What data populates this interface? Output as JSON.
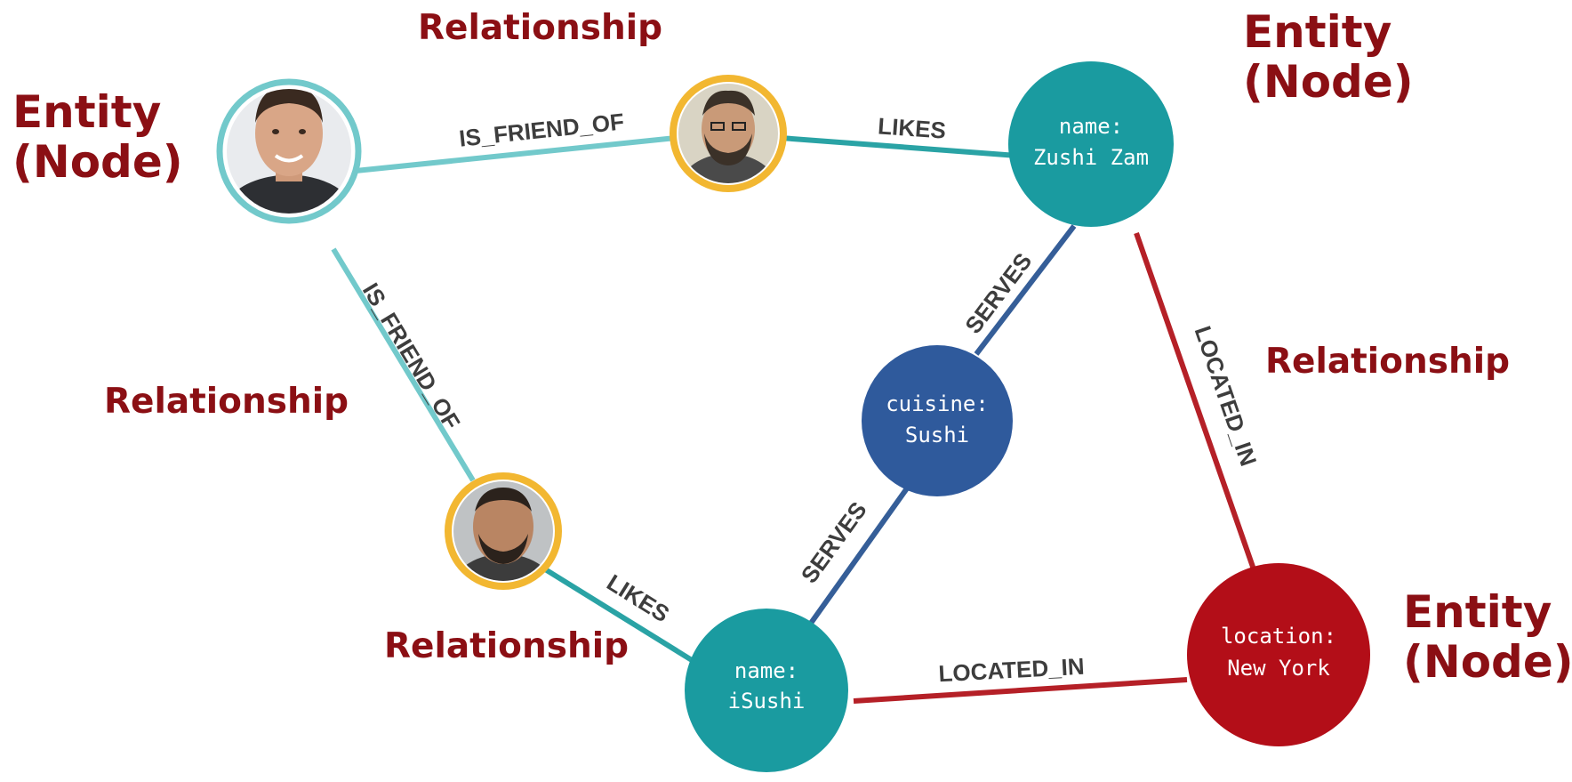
{
  "annotations": {
    "entity_left": "Entity\n(Node)",
    "entity_top_right": "Entity\n(Node)",
    "entity_bottom_right": "Entity\n(Node)",
    "relationship_top": "Relationship",
    "relationship_left": "Relationship",
    "relationship_right": "Relationship",
    "relationship_bottom": "Relationship"
  },
  "edges": {
    "friend_top": "IS_FRIEND_OF",
    "likes_top": "LIKES",
    "friend_left": "IS_FRIEND_OF",
    "serves_top": "SERVES",
    "located_right": "LOCATED_IN",
    "serves_bottom": "SERVES",
    "likes_bottom": "LIKES",
    "located_bottom": "LOCATED_IN"
  },
  "nodes": {
    "zushi": {
      "line1": "name:",
      "line2": "Zushi Zam"
    },
    "cuisine": {
      "line1": "cuisine:",
      "line2": "Sushi"
    },
    "isushi": {
      "line1": "name:",
      "line2": "iSushi"
    },
    "location": {
      "line1": "location:",
      "line2": "New York"
    }
  },
  "colors": {
    "annotation": "#8b0f14",
    "teal_node": "#1a9ba0",
    "blue_node": "#2f5a9c",
    "red_node": "#b30e18",
    "friend_edge": "#72c9cb",
    "likes_edge": "#2aa3a5",
    "serves_edge": "#355e98",
    "located_edge": "#b52027",
    "person_ring": "#f2b731"
  },
  "icons": [
    "person-photo-icon"
  ]
}
